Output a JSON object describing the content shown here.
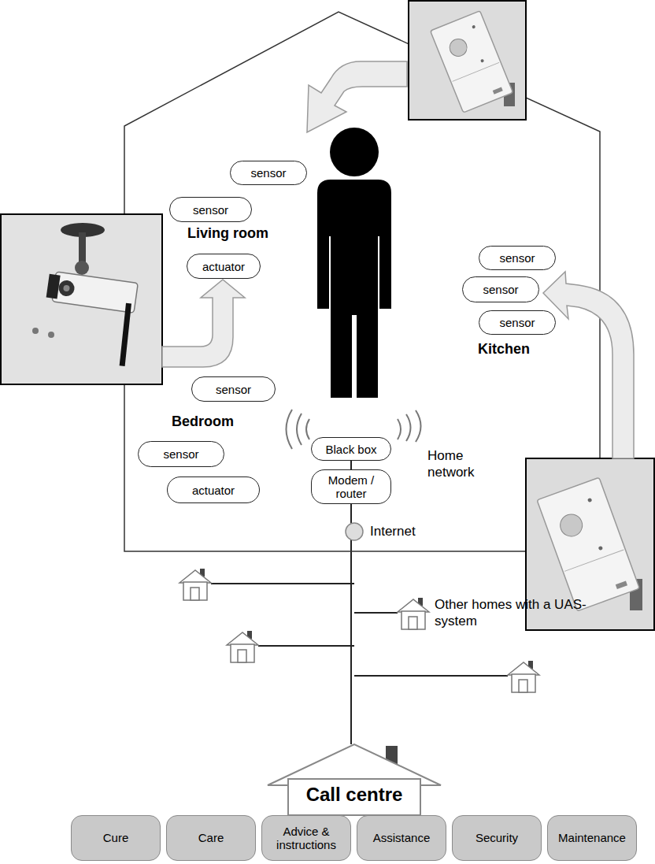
{
  "diagram": {
    "nodes": [
      {
        "text": [
          "sensor"
        ]
      },
      {
        "text": [
          "sensor"
        ]
      },
      {
        "text": [
          "actuator"
        ]
      },
      {
        "text": [
          "sensor"
        ]
      },
      {
        "text": [
          "sensor"
        ]
      },
      {
        "text": [
          "sensor"
        ]
      },
      {
        "text": [
          "sensor"
        ]
      },
      {
        "text": [
          "sensor"
        ]
      },
      {
        "text": [
          "actuator"
        ]
      },
      {
        "text": [
          "Black box"
        ]
      },
      {
        "text": [
          "Modem / router"
        ]
      },
      {
        "text": [
          "Call centre"
        ]
      },
      {
        "text": [
          "Cure"
        ]
      },
      {
        "text": [
          "Care"
        ]
      },
      {
        "text": [
          "Advice & instructions"
        ]
      },
      {
        "text": [
          "Assistance"
        ]
      },
      {
        "text": [
          "Security"
        ]
      },
      {
        "text": [
          "Maintenance"
        ]
      }
    ],
    "edges": [
      {
        "from": 9,
        "to": 10,
        "arrow": "none"
      },
      {
        "from": 10,
        "to": 11,
        "arrow": "none"
      }
    ],
    "labels": [
      "Living room",
      "Kitchen",
      "Bedroom",
      "Home network",
      "Internet",
      "Other homes with a UAS-system"
    ]
  }
}
